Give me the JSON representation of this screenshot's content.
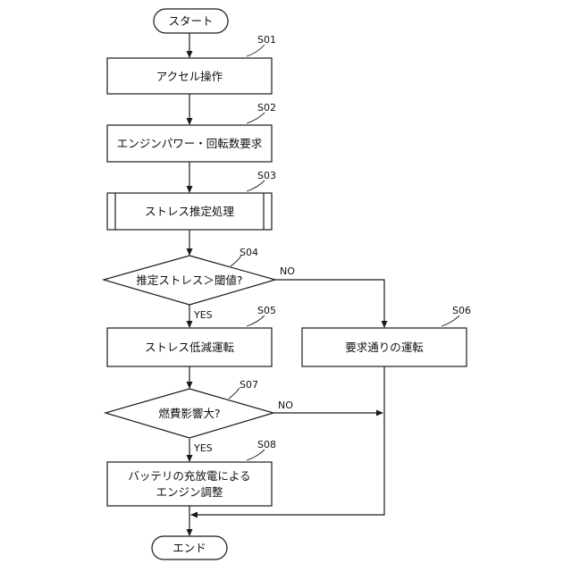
{
  "diagram": {
    "start": "スタート",
    "end": "エンド",
    "steps": {
      "s01": {
        "id": "S01",
        "label": "アクセル操作"
      },
      "s02": {
        "id": "S02",
        "label": "エンジンパワー・回転数要求"
      },
      "s03": {
        "id": "S03",
        "label": "ストレス推定処理"
      },
      "s04": {
        "id": "S04",
        "label": "推定ストレス＞閾値?"
      },
      "s05": {
        "id": "S05",
        "label": "ストレス低減運転"
      },
      "s06": {
        "id": "S06",
        "label": "要求通りの運転"
      },
      "s07": {
        "id": "S07",
        "label": "燃費影響大?"
      },
      "s08": {
        "id": "S08",
        "label_line1": "バッテリの充放電による",
        "label_line2": "エンジン調整"
      }
    },
    "branches": {
      "s04_yes": "YES",
      "s04_no": "NO",
      "s07_yes": "YES",
      "s07_no": "NO"
    }
  }
}
